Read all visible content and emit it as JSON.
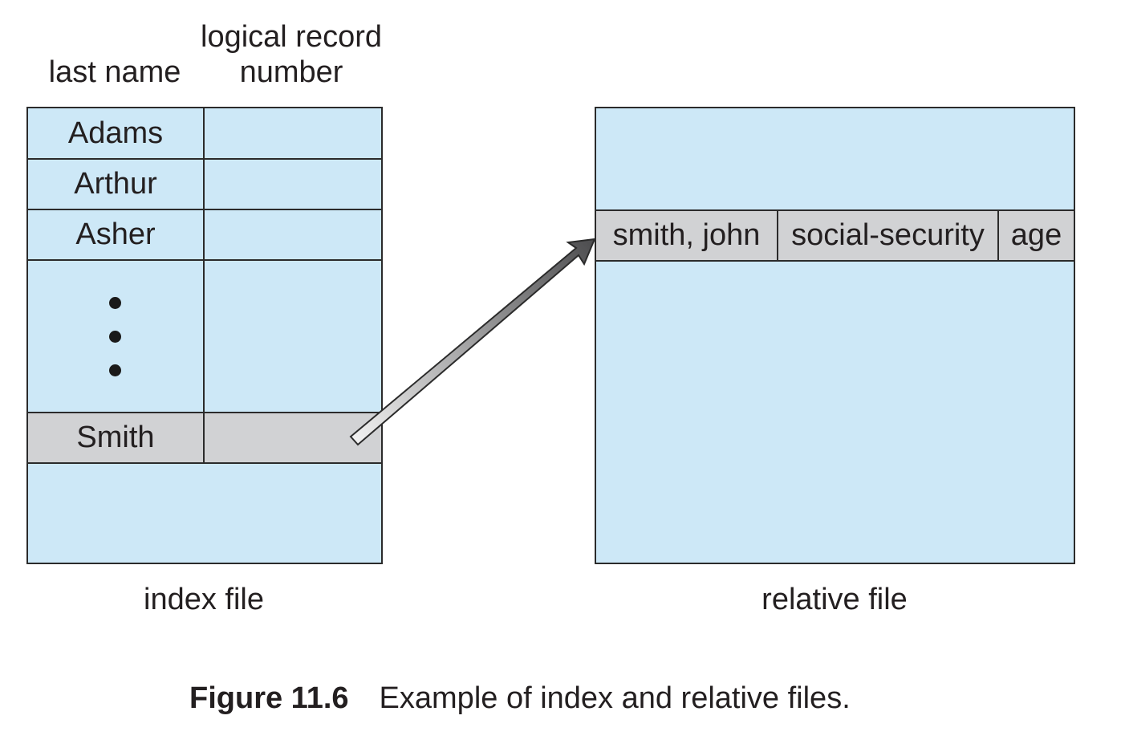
{
  "index_file": {
    "headers": {
      "last_name": "last name",
      "logical_record_line1": "logical record",
      "logical_record_line2": "number"
    },
    "rows": [
      {
        "last_name": "Adams",
        "record_number": "",
        "highlighted": false
      },
      {
        "last_name": "Arthur",
        "record_number": "",
        "highlighted": false
      },
      {
        "last_name": "Asher",
        "record_number": "",
        "highlighted": false
      },
      {
        "last_name": "…",
        "record_number": "",
        "highlighted": false,
        "ellipsis": true
      },
      {
        "last_name": "Smith",
        "record_number": "",
        "highlighted": true
      }
    ],
    "label": "index file"
  },
  "relative_file": {
    "record_fields": [
      "smith, john",
      "social-security",
      "age"
    ],
    "label": "relative file"
  },
  "arrow": {
    "from": "index-file-row-smith",
    "to": "relative-file-record-smith-john",
    "icon": "arrow-icon"
  },
  "caption": {
    "number": "Figure 11.6",
    "text": "Example of index and relative files."
  },
  "colors": {
    "box_fill": "#cde8f7",
    "highlight_fill": "#d1d2d4",
    "border": "#2b2b2b",
    "arrow_dark": "#4d4d4f",
    "arrow_light": "#f0f0f0"
  }
}
